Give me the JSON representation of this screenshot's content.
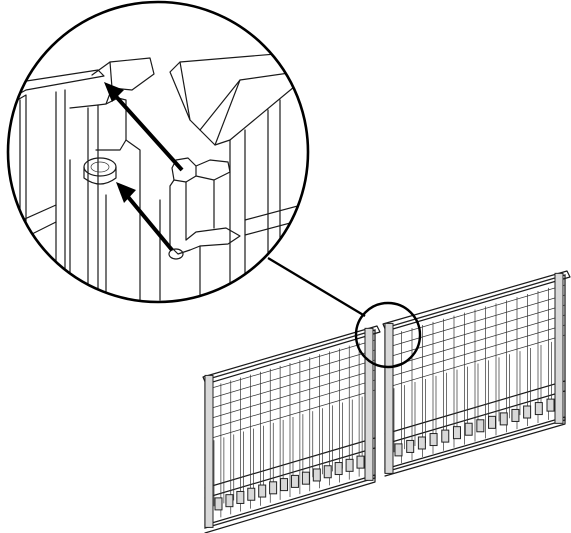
{
  "diagram": {
    "colors": {
      "line": "#1a1a1a",
      "background": "#ffffff",
      "shade": "#d9d9d9"
    },
    "panels": 2,
    "callout": {
      "arrows": 2
    },
    "icons": [
      "magnifier-callout",
      "arrow-icon"
    ]
  }
}
